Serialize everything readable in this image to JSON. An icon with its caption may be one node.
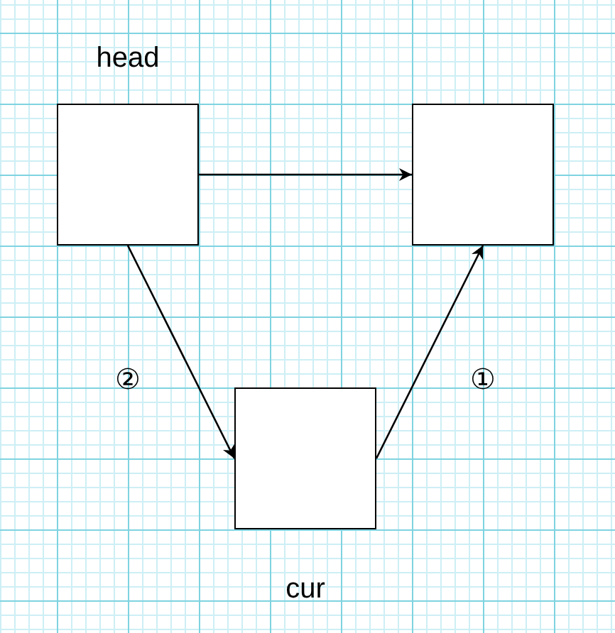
{
  "diagram": {
    "nodes": [
      {
        "text": [],
        "shape": "box",
        "beside": [
          "head"
        ]
      },
      {
        "text": [],
        "shape": "box"
      },
      {
        "text": [],
        "shape": "box",
        "beside": [
          "cur"
        ]
      }
    ],
    "edges": [
      {
        "from": 0,
        "to": 1,
        "arrow": "to"
      },
      {
        "from": 0,
        "to": 2,
        "arrow": "to",
        "label": "②"
      },
      {
        "from": 2,
        "to": 1,
        "arrow": "to",
        "label": "①"
      }
    ]
  }
}
